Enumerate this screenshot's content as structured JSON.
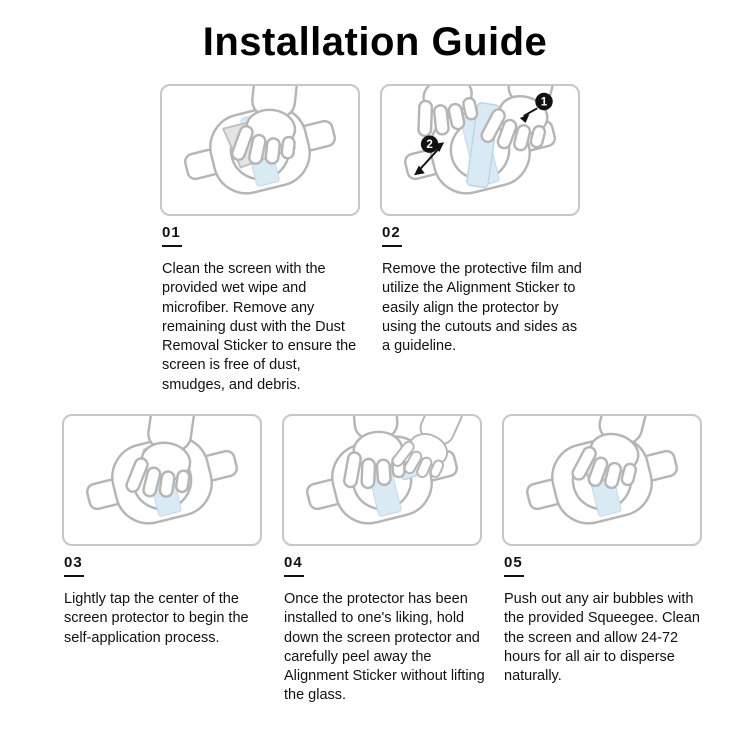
{
  "title": "Installation Guide",
  "steps": [
    {
      "number": "01",
      "icon": "hand-wiping-watch-illustration",
      "text": "Clean the screen with the provided wet wipe and microfiber. Remove any remaining dust with the Dust Removal Sticker to ensure the screen is free of dust, smudges, and debris."
    },
    {
      "number": "02",
      "icon": "hands-aligning-sticker-illustration",
      "badge_one": "1",
      "badge_two": "2",
      "text": "Remove the protective film and utilize the Alignment Sticker to easily align the protector by using the cutouts and sides as a guideline."
    },
    {
      "number": "03",
      "icon": "finger-tapping-protector-illustration",
      "text": "Lightly tap the center of the screen protector to begin the self-application process."
    },
    {
      "number": "04",
      "icon": "hand-peeling-sticker-illustration",
      "text": "Once the protector has been installed to one's liking, hold down the screen protector and carefully peel away the Alignment Sticker without lifting the glass."
    },
    {
      "number": "05",
      "icon": "hand-squeegee-illustration",
      "text": "Push out any air bubbles with the provided Squeegee. Clean the screen and allow 24-72 hours for all air to disperse naturally."
    }
  ]
}
